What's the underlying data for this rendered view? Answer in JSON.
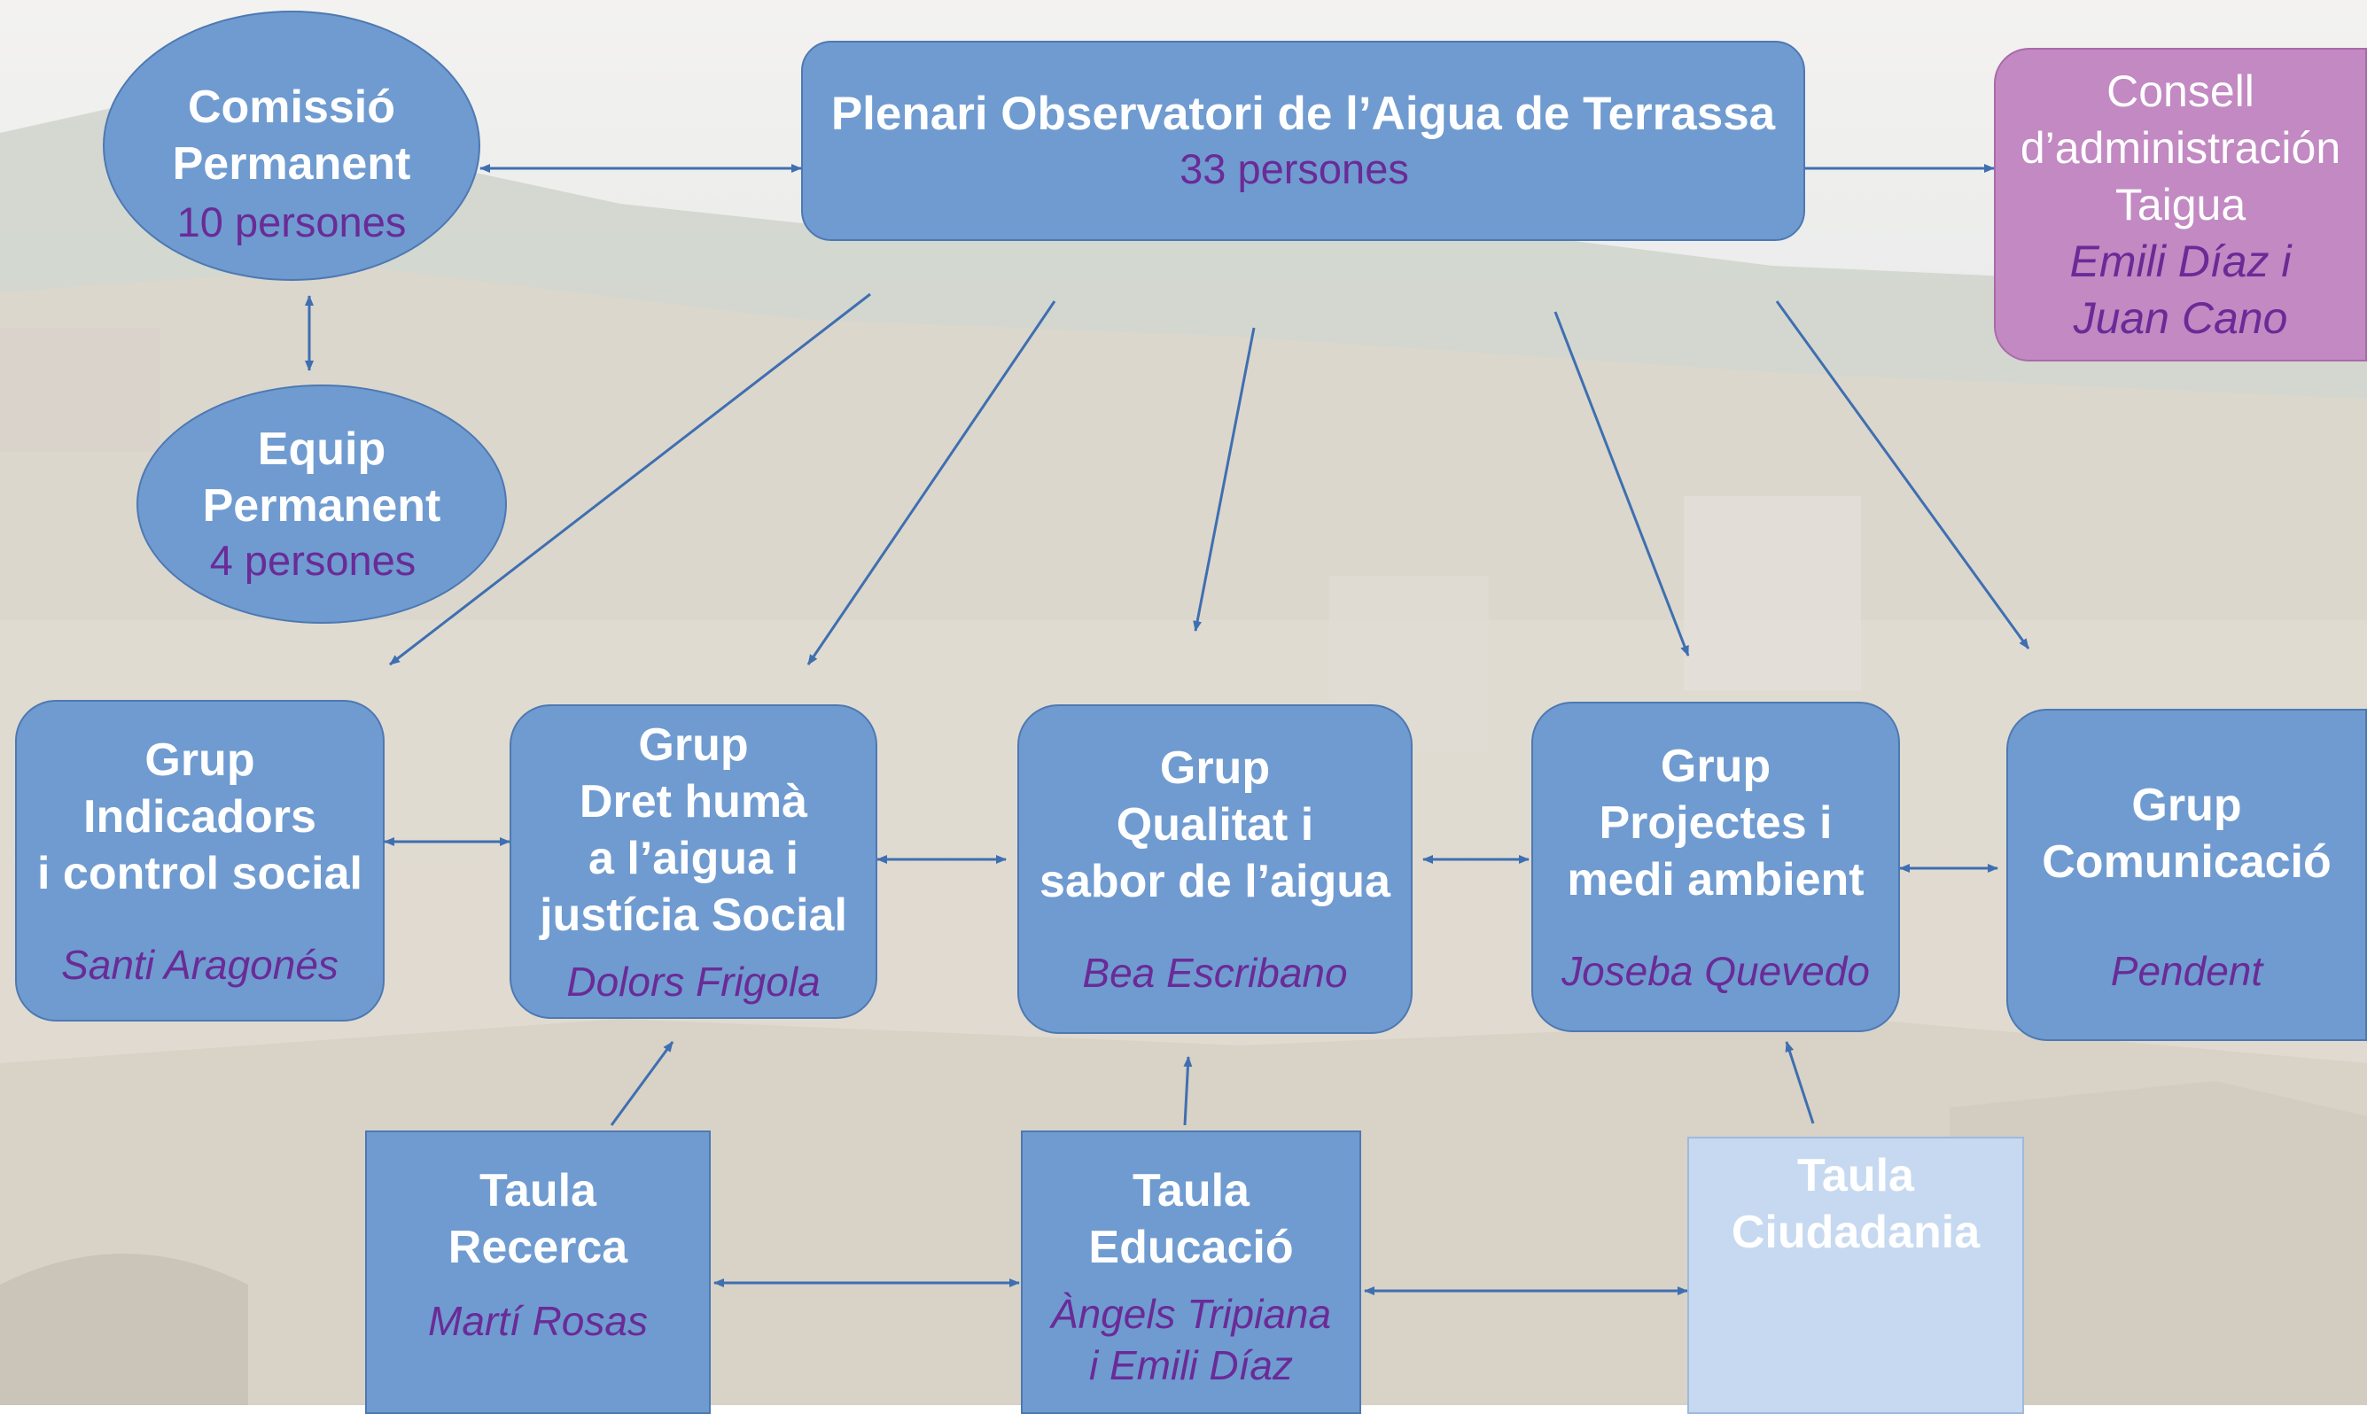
{
  "plenari": {
    "title": "Plenari Observatori de l’Aigua de Terrassa",
    "members": "33 persones"
  },
  "comissio": {
    "title": "Comissió\nPermanent",
    "members": "10 persones"
  },
  "equip": {
    "title": "Equip\nPermanent",
    "members": "4 persones"
  },
  "consell": {
    "title": "Consell\nd’administración\nTaigua",
    "members": "Emili Díaz i\nJuan Cano"
  },
  "grups": [
    {
      "title": "Grup\nIndicadors\ni control social",
      "lead": "Santi Aragonés"
    },
    {
      "title": "Grup\nDret humà\na l’aigua i\njustícia Social",
      "lead": "Dolors Frigola"
    },
    {
      "title": "Grup\nQualitat i\nsabor de l’aigua",
      "lead": "Bea Escribano"
    },
    {
      "title": "Grup\nProjectes i\nmedi ambient",
      "lead": "Joseba Quevedo"
    },
    {
      "title": "Grup\nComunicació",
      "lead": "Pendent"
    }
  ],
  "taules": [
    {
      "title": "Taula\nRecerca",
      "lead": "Martí Rosas"
    },
    {
      "title": "Taula\nEducació",
      "lead": "Àngels Tripiana\ni Emili Díaz"
    },
    {
      "title": "Taula\nCiudadania"
    }
  ],
  "colors": {
    "node_fill": "#6f9bd0",
    "node_border": "#4d79b2",
    "consell_fill": "#c289c2",
    "ciudadania_fill": "#c6d9f1",
    "person_text": "#6a2b97",
    "arrow": "#3f6fb0"
  }
}
